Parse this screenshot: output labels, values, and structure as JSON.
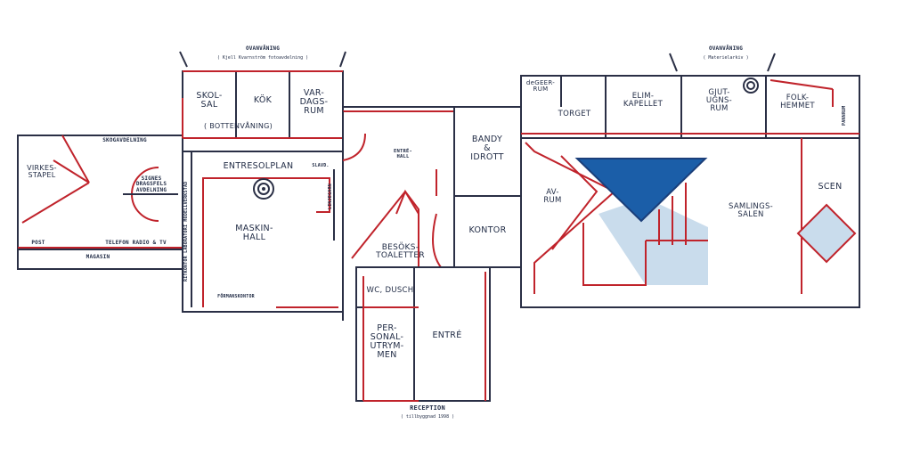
{
  "headers": {
    "upper_left": "OVANVÅNING",
    "upper_left_note": "( Kjell Kvarnström fotoavdelning )",
    "upper_right": "OVANVÅNING",
    "upper_right_note": "( Materielarkiv )",
    "reception": "RECEPTION",
    "reception_note": "( tillbyggnad 1998 )"
  },
  "rooms": {
    "skogavdelning": "SKOGAVDELNING",
    "virkesstapel": "VIRKES-\nSTAPEL",
    "signes": "SIGNES\nDRAGSFELS\nAVDELNING",
    "post": "POST",
    "telefon": "TELEFON  RADIO & TV",
    "magasin": "MAGASIN",
    "skolsal": "SKOL-\nSAL",
    "kok": "KÖK",
    "vardagsrum": "VAR-\nDAGS-\nRUM",
    "bottenvaning": "( BOTTENVÅNING)",
    "entresolplan": "ENTRESOLPLAN",
    "slavd": "SLAVD.",
    "ritkontor": "RITKONTOR LABORATORI MODELLVERKSTAD",
    "linjegarn": "LINJEGARN",
    "maskinhall": "MASKIN-\nHALL",
    "formanskontor": "FÖRMANSKONTOR",
    "entrehall": "ENTRÉ-\nHALL",
    "besokstoaletter": "BESÖKS-\nTOALETTER",
    "wc_dusch": "WC, DUSCH",
    "personalutrymmen": "PER-\nSONAL-\nUTRYM-\nMEN",
    "entre": "ENTRÉ",
    "bandy": "BANDY\n&\nIDROTT",
    "kontor": "KONTOR",
    "degeer": "deGEER-\nRUM",
    "torget": "TORGET",
    "elim": "ELIM-\nKAPELLET",
    "gjutugnsrum": "GJUT-\nUGNS-\nRUM",
    "folkhemmet": "FOLK-\nHEMMET",
    "pannrum": "PANNRUM",
    "avrum": "AV-\nRUM",
    "samlingssalen": "SAMLINGS-\nSALEN",
    "scen": "SCEN"
  },
  "colors": {
    "wall": "#2a2f45",
    "accent_wall": "#c0232b",
    "blue_triangle": "#1b5ea8",
    "light_blue": "#c9dcec"
  }
}
